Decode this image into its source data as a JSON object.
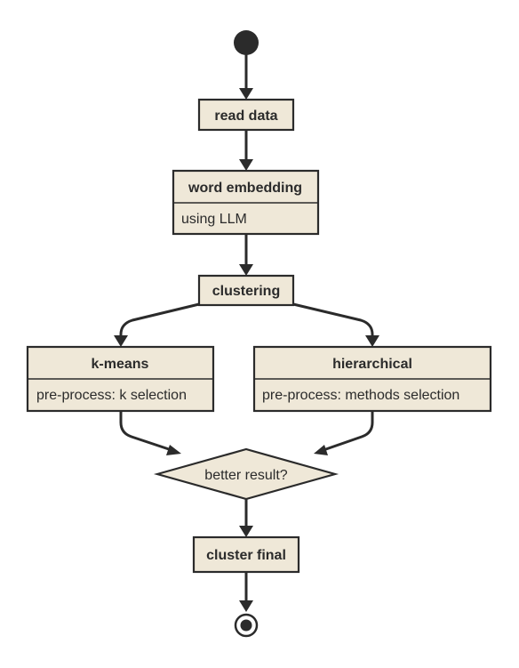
{
  "diagram": {
    "nodes": {
      "read_data": {
        "title": "read data"
      },
      "word_embedding": {
        "title": "word embedding",
        "note": "using LLM"
      },
      "clustering": {
        "title": "clustering"
      },
      "kmeans": {
        "title": "k-means",
        "note": "pre-process: k selection"
      },
      "hierarchical": {
        "title": "hierarchical",
        "note": "pre-process: methods selection"
      },
      "decision": {
        "label": "better result?"
      },
      "cluster_final": {
        "title": "cluster final"
      }
    },
    "colors": {
      "node_fill": "#EFE8D8",
      "line": "#2b2b2b"
    }
  }
}
